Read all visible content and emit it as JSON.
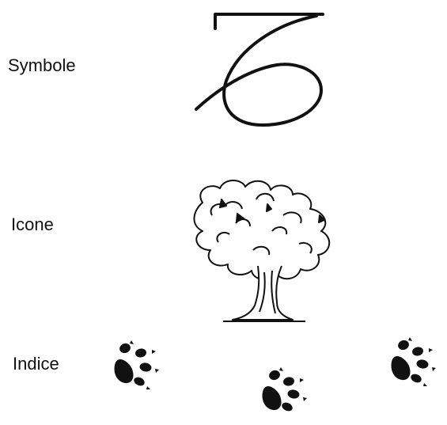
{
  "rows": [
    {
      "label": "Symbole",
      "figure": "capricorn-symbol-icon"
    },
    {
      "label": "Icone",
      "figure": "tree-drawing-icon"
    },
    {
      "label": "Indice",
      "figure": "paw-print-icon"
    }
  ],
  "colors": {
    "ink": "#111111",
    "background": "#ffffff"
  }
}
